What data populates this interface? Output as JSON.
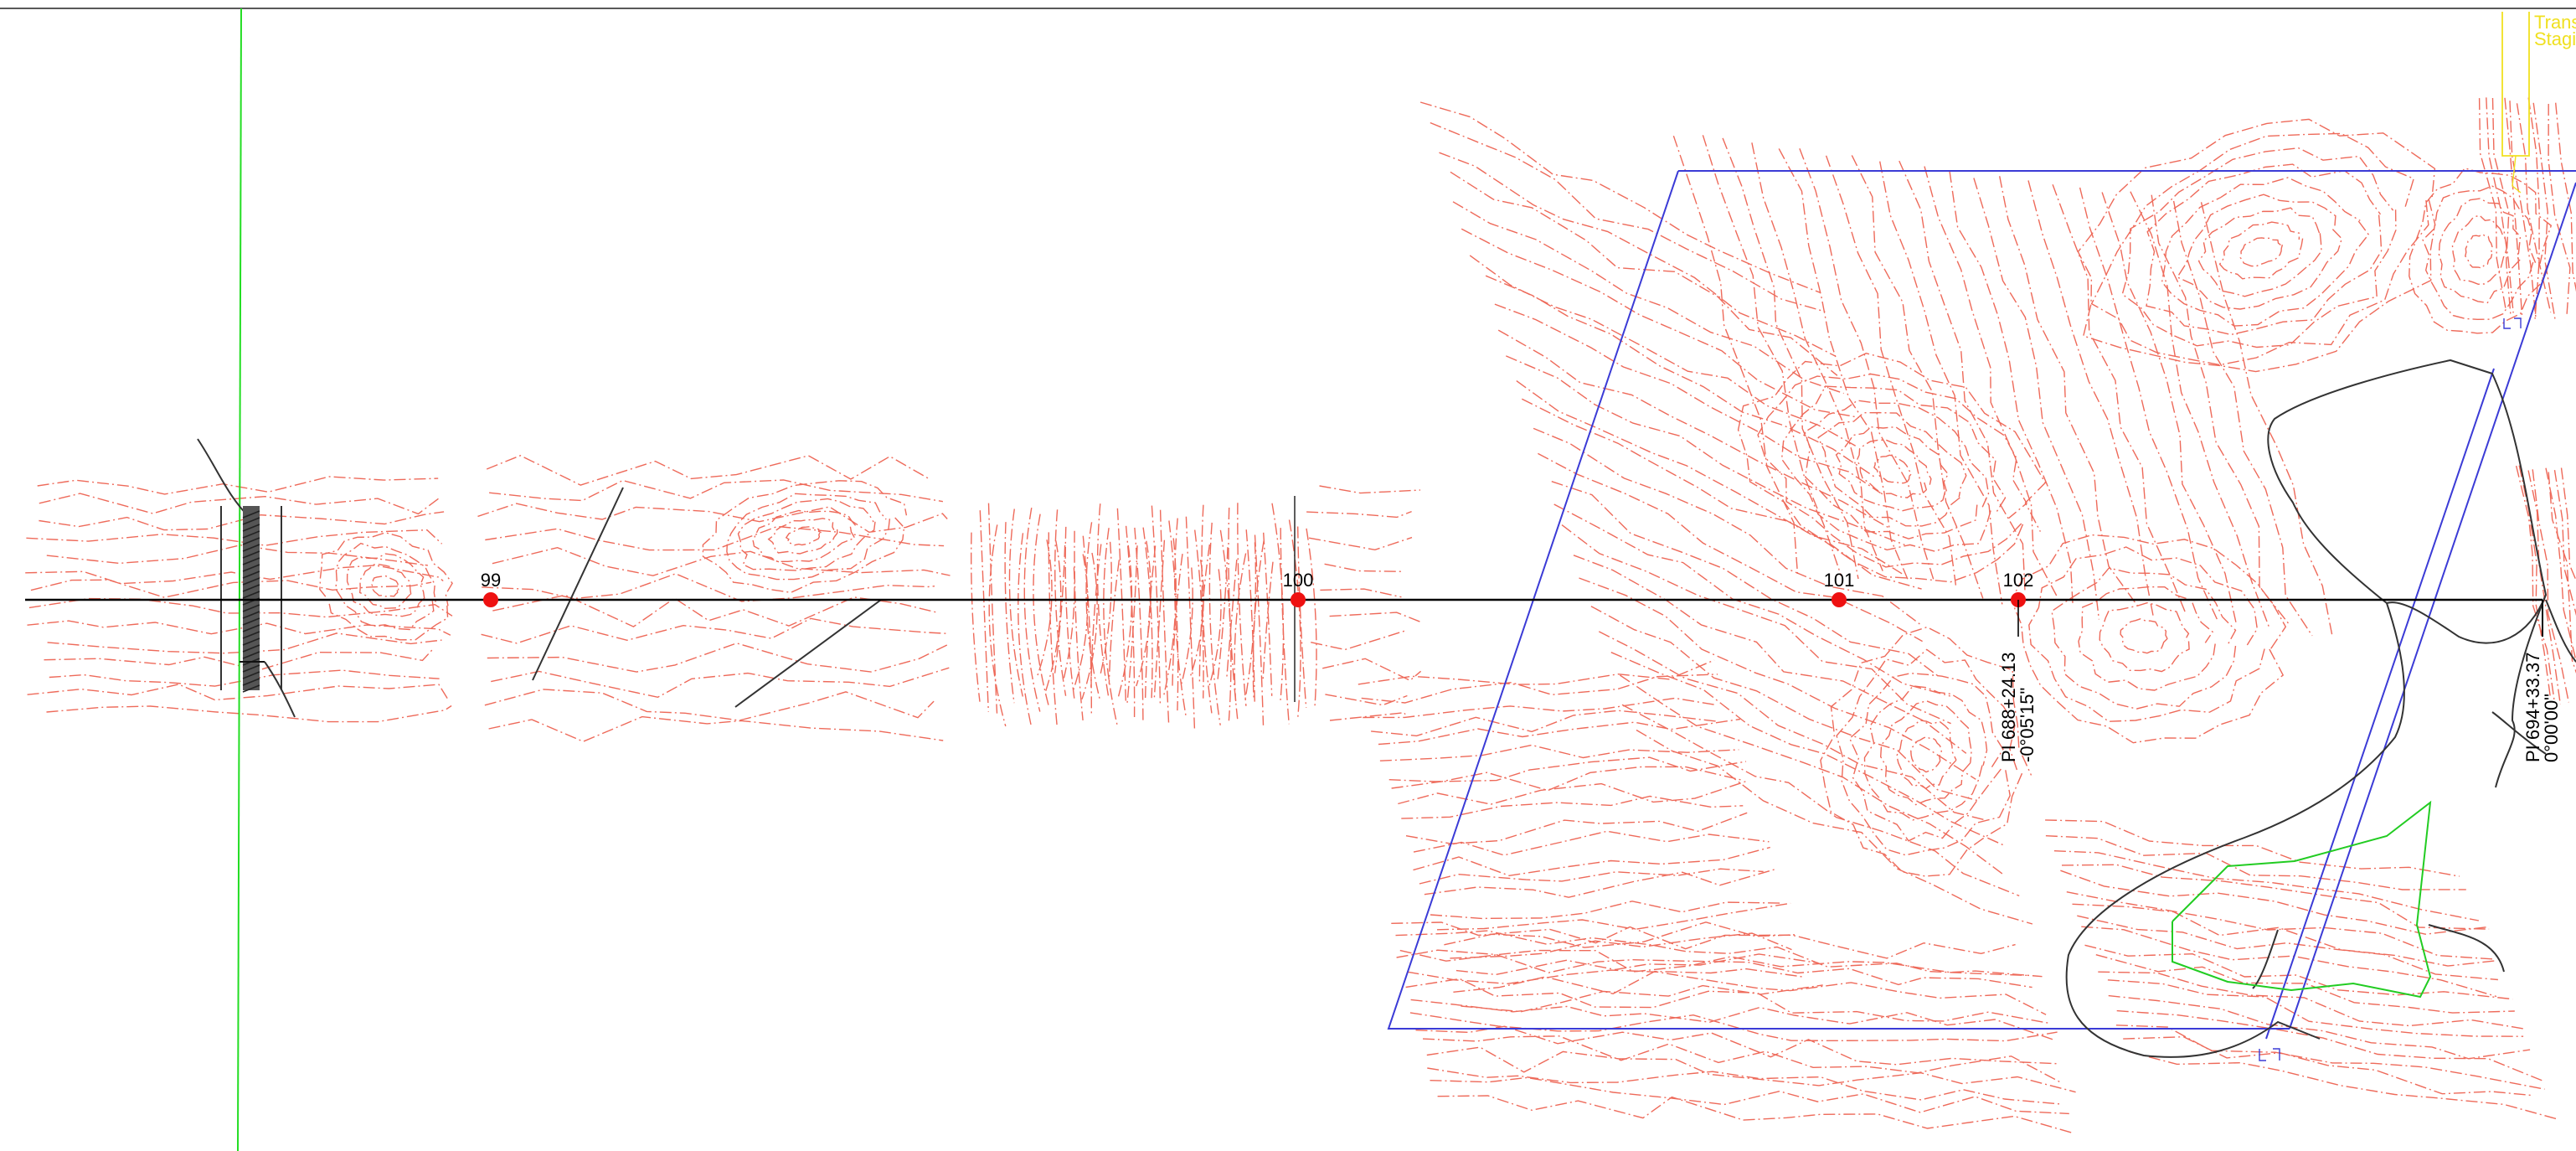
{
  "drawing": {
    "type": "CAD plan view",
    "colors": {
      "background": "#ffffff",
      "contour": "#ee6a5a",
      "alignment": "#000000",
      "station_marker": "#ee1111",
      "boundary": "#3b3bd6",
      "vertical_guide": "#22dd22",
      "wetland": "#22cc22",
      "staging_area": "#f0e020",
      "features": "#333333"
    },
    "stations": [
      {
        "id": "sta-99",
        "label": "99"
      },
      {
        "id": "sta-100",
        "label": "100"
      },
      {
        "id": "sta-101",
        "label": "101"
      },
      {
        "id": "sta-102",
        "label": "102"
      }
    ],
    "pi_labels": [
      {
        "id": "pi-688",
        "station": "PI 688+24.13",
        "angle": "-0°05'15\""
      },
      {
        "id": "pi-694",
        "station": "PI 694+33.37",
        "angle": "0°00'00\""
      }
    ],
    "staging_area": {
      "line1": "Transm",
      "line2": "Stagin"
    }
  }
}
